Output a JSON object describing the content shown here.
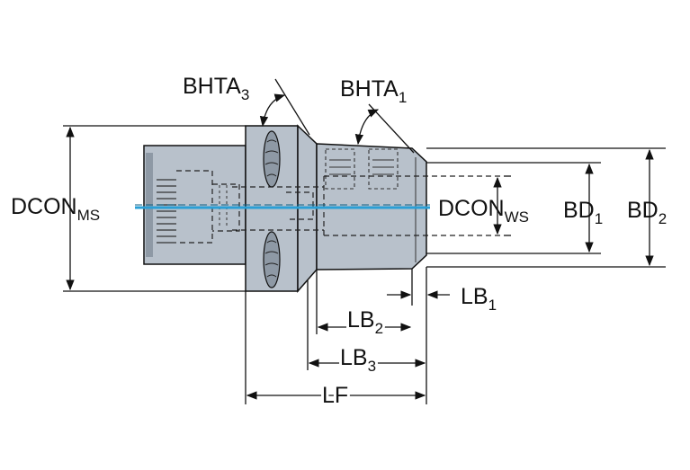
{
  "colors": {
    "body": "#b8c1cb",
    "body_dark": "#8e99a5",
    "outline": "#111111",
    "axis": "#2a9fd6",
    "background": "#ffffff"
  },
  "labels": {
    "dcon_ms": {
      "main": "DCON",
      "sub": "MS"
    },
    "dcon_ws": {
      "main": "DCON",
      "sub": "WS"
    },
    "bd1": {
      "main": "BD",
      "sub": "1"
    },
    "bd2": {
      "main": "BD",
      "sub": "2"
    },
    "bhta3": {
      "main": "BHTA",
      "sub": "3"
    },
    "bhta1": {
      "main": "BHTA",
      "sub": "1"
    },
    "lb1": {
      "main": "LB",
      "sub": "1"
    },
    "lb2": {
      "main": "LB",
      "sub": "2"
    },
    "lb3": {
      "main": "LB",
      "sub": "3"
    },
    "lf": {
      "main": "LF"
    }
  }
}
